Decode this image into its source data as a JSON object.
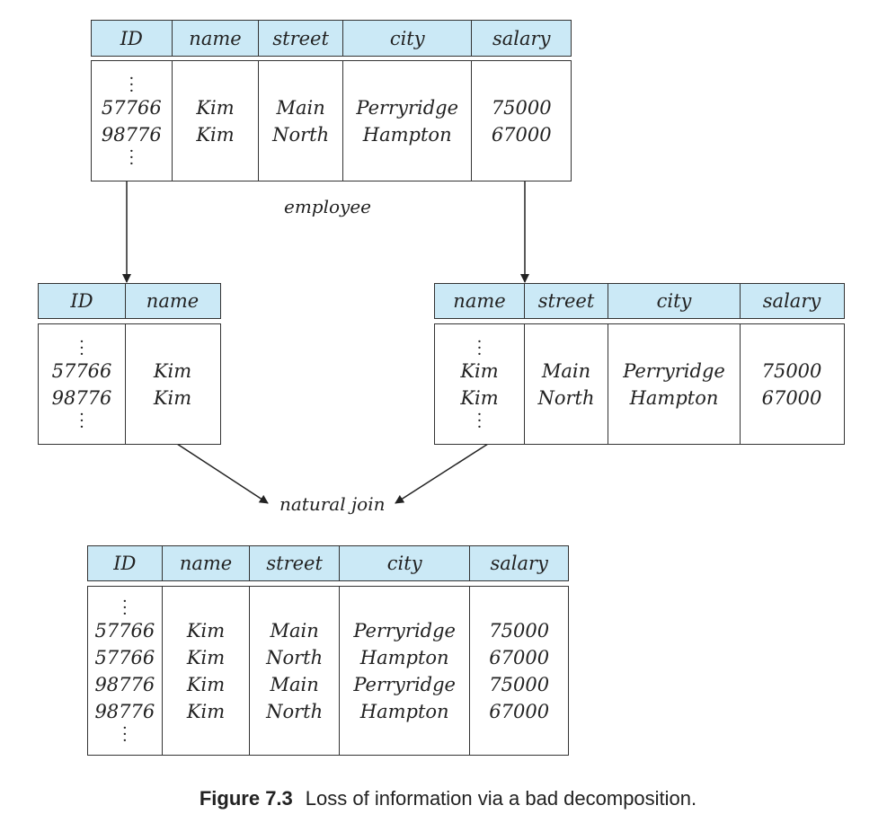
{
  "employee": {
    "headers": [
      "ID",
      "name",
      "street",
      "city",
      "salary"
    ],
    "rows": [
      [
        "57766",
        "Kim",
        "Main",
        "Perryridge",
        "75000"
      ],
      [
        "98776",
        "Kim",
        "North",
        "Hampton",
        "67000"
      ]
    ],
    "label": "employee"
  },
  "left_projection": {
    "headers": [
      "ID",
      "name"
    ],
    "rows": [
      [
        "57766",
        "Kim"
      ],
      [
        "98776",
        "Kim"
      ]
    ]
  },
  "right_projection": {
    "headers": [
      "name",
      "street",
      "city",
      "salary"
    ],
    "rows": [
      [
        "Kim",
        "Main",
        "Perryridge",
        "75000"
      ],
      [
        "Kim",
        "North",
        "Hampton",
        "67000"
      ]
    ]
  },
  "join_label": "natural join",
  "joined": {
    "headers": [
      "ID",
      "name",
      "street",
      "city",
      "salary"
    ],
    "rows": [
      [
        "57766",
        "Kim",
        "Main",
        "Perryridge",
        "75000"
      ],
      [
        "57766",
        "Kim",
        "North",
        "Hampton",
        "67000"
      ],
      [
        "98776",
        "Kim",
        "Main",
        "Perryridge",
        "75000"
      ],
      [
        "98776",
        "Kim",
        "North",
        "Hampton",
        "67000"
      ]
    ]
  },
  "caption": {
    "number": "Figure 7.3",
    "text": "Loss of information via a bad decomposition."
  }
}
